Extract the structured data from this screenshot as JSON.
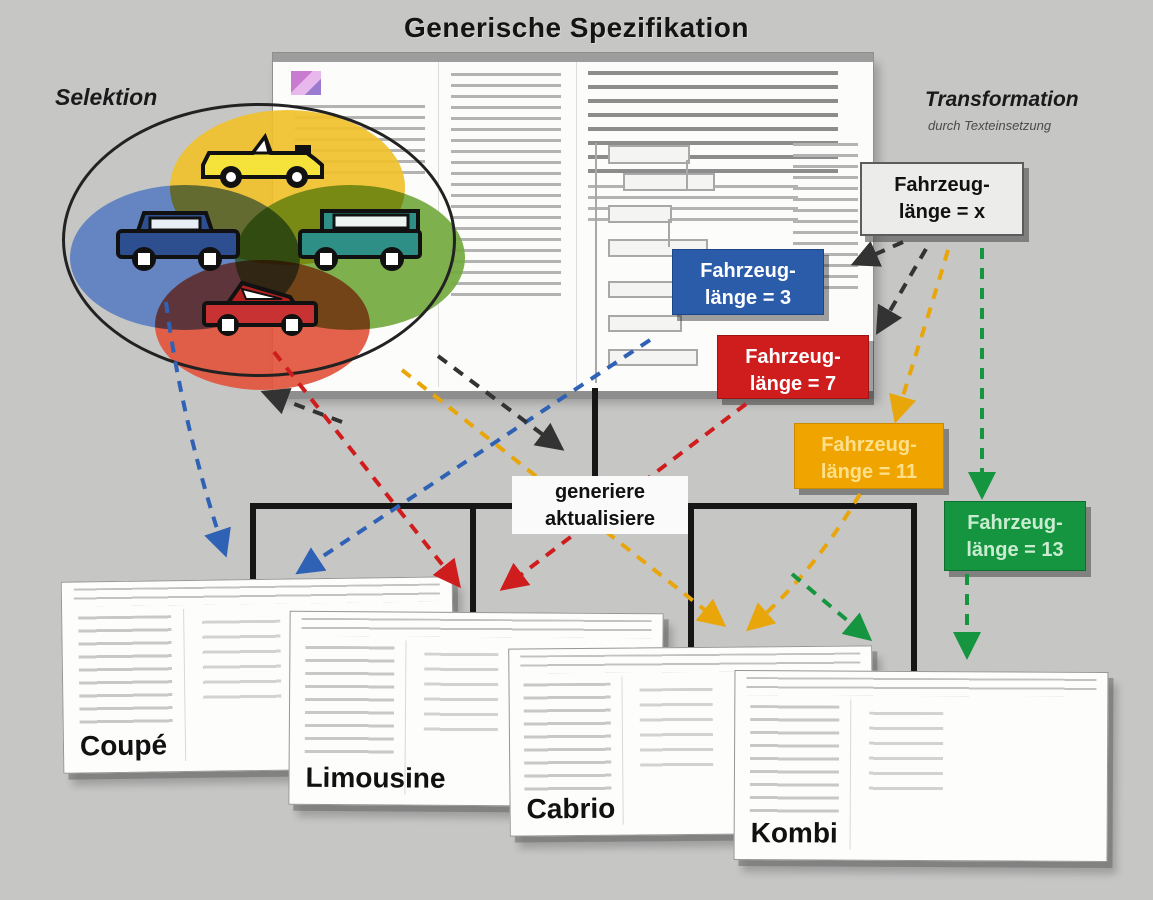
{
  "diagram": {
    "title": "Generische Spezifikation",
    "selektion_label": "Selektion",
    "transformation_title": "Transformation",
    "transformation_subtitle": "durch Texteinsetzung",
    "action_label_line1": "generiere",
    "action_label_line2": "aktualisiere"
  },
  "param_labels": [
    {
      "name": "generic-length",
      "line1": "Fahrzeug-",
      "line2": "länge = x",
      "color": "#ececea",
      "text_color": "#111111"
    },
    {
      "name": "coupe-length",
      "line1": "Fahrzeug-",
      "line2": "länge = 3",
      "color": "#2a5caa",
      "text_color": "#ffffff"
    },
    {
      "name": "limousine-length",
      "line1": "Fahrzeug-",
      "line2": "länge = 7",
      "color": "#cf1d1d",
      "text_color": "#ffffff"
    },
    {
      "name": "cabrio-length",
      "line1": "Fahrzeug-",
      "line2": "länge = 11",
      "color": "#f0a400",
      "text_color": "#ffe08a"
    },
    {
      "name": "kombi-length",
      "line1": "Fahrzeug-",
      "line2": "länge = 13",
      "color": "#169540",
      "text_color": "#c8eccf"
    }
  ],
  "venn": {
    "sets": [
      {
        "icon": "cabrio-car-icon",
        "color": "#f0c12c"
      },
      {
        "icon": "sedan-car-icon",
        "color": "#5b7fc0"
      },
      {
        "icon": "van-car-icon",
        "color": "#74a93f"
      },
      {
        "icon": "sports-car-icon",
        "color": "#e2533b"
      }
    ]
  },
  "documents": [
    {
      "name": "Coupé"
    },
    {
      "name": "Limousine"
    },
    {
      "name": "Cabrio"
    },
    {
      "name": "Kombi"
    }
  ]
}
